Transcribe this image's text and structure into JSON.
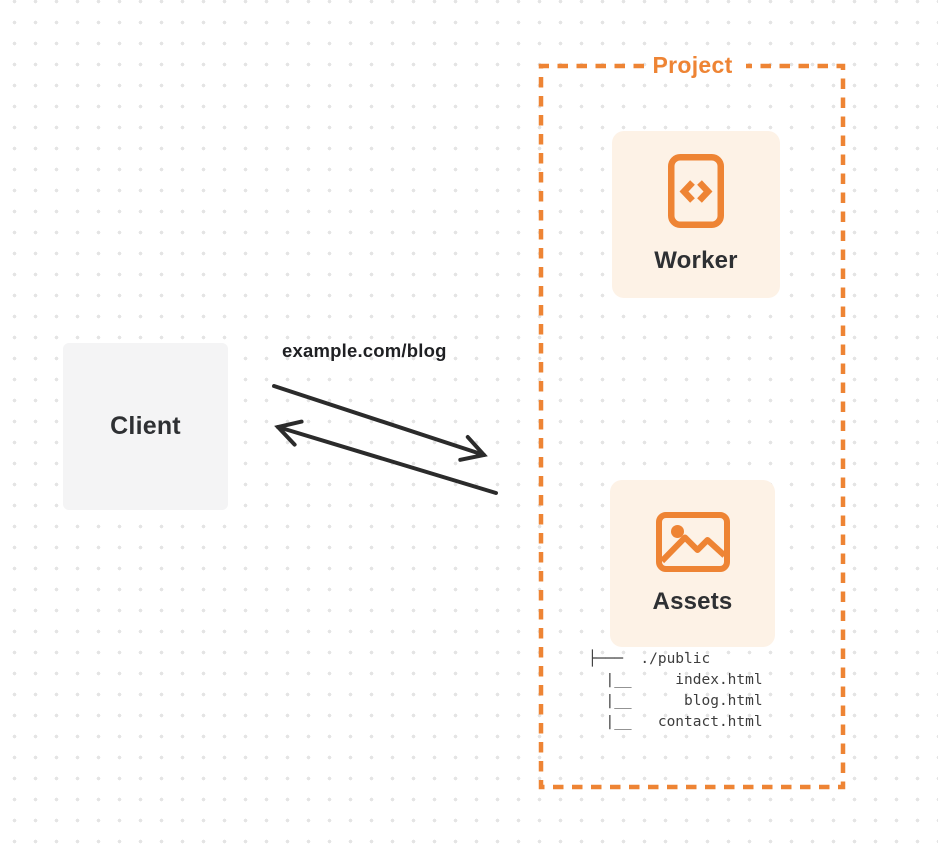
{
  "client": {
    "label": "Client"
  },
  "request": {
    "url_label": "example.com/blog"
  },
  "project": {
    "label": "Project",
    "worker": {
      "label": "Worker",
      "icon": "code-icon"
    },
    "assets": {
      "label": "Assets",
      "icon": "image-icon"
    },
    "file_tree": [
      "├───  ./public",
      "  |__     index.html",
      "  |__      blog.html",
      "  |__   contact.html"
    ]
  },
  "colors": {
    "accent": "#ee8434",
    "card-bg": "#fdf2e6",
    "client-bg": "#f4f4f5",
    "arrow": "#2b2b2b",
    "text": "#2e3033",
    "tree-text": "#3d3d3d",
    "dot": "#e4e4e4"
  }
}
